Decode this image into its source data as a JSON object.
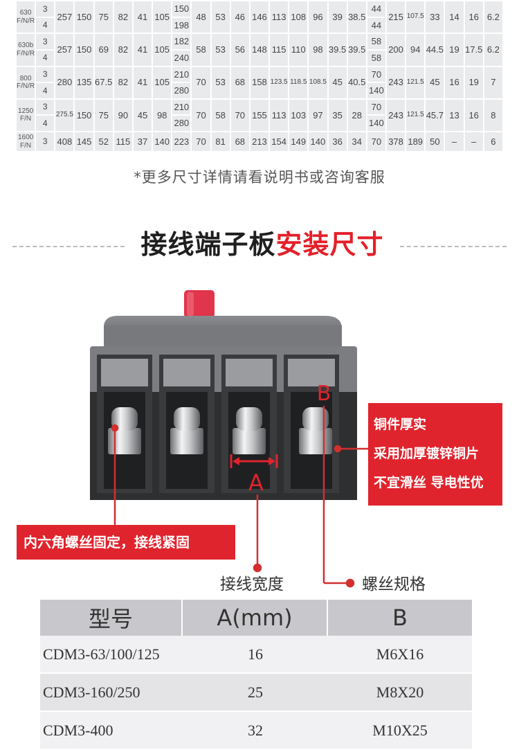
{
  "dim_table": {
    "rows": [
      {
        "model": [
          "630",
          "F/N/R"
        ],
        "phases": [
          "3",
          "4"
        ],
        "values": [
          "257",
          "150",
          "75",
          "82",
          "41",
          "105",
          [
            "150",
            "198"
          ],
          "48",
          "53",
          "46",
          "146",
          "113",
          "108",
          "96",
          "39",
          "38.5",
          [
            "44",
            "44"
          ],
          "215",
          "107.5",
          "33",
          "14",
          "16",
          "6.2"
        ]
      },
      {
        "model": [
          "630b",
          "F/N/R"
        ],
        "phases": [
          "3",
          "4"
        ],
        "values": [
          "257",
          "150",
          "69",
          "82",
          "41",
          "105",
          [
            "182",
            "240"
          ],
          "58",
          "53",
          "56",
          "148",
          "115",
          "110",
          "98",
          "39.5",
          "39.5",
          [
            "58",
            "58"
          ],
          "200",
          "94",
          "44.5",
          "19",
          "17.5",
          "6.2"
        ]
      },
      {
        "model": [
          "800",
          "F/N/R"
        ],
        "phases": [
          "3",
          "4"
        ],
        "values": [
          "280",
          "135",
          "67.5",
          "82",
          "41",
          "105",
          [
            "210",
            "280"
          ],
          "70",
          "53",
          "68",
          "158",
          "123.5",
          "118.5",
          "108.5",
          "45",
          "40.5",
          [
            "70",
            "140"
          ],
          "243",
          "121.5",
          "45",
          "16",
          "19",
          "7"
        ]
      },
      {
        "model": [
          "1250",
          "F/N"
        ],
        "phases": [
          "3",
          "4"
        ],
        "values": [
          "275.5",
          "150",
          "75",
          "90",
          "45",
          "98",
          [
            "210",
            "280"
          ],
          "70",
          "58",
          "70",
          "155",
          "113",
          "103",
          "97",
          "35",
          "28",
          [
            "70",
            "140"
          ],
          "243",
          "121.5",
          "45.7",
          "13",
          "16",
          "8"
        ]
      },
      {
        "model": [
          "1600",
          "F/N"
        ],
        "phases": [
          "3"
        ],
        "values": [
          "408",
          "145",
          "52",
          "115",
          "37",
          "140",
          "223",
          "70",
          "81",
          "68",
          "213",
          "154",
          "149",
          "140",
          "36",
          "34",
          "70",
          "378",
          "189",
          "50",
          "–",
          "–",
          "6"
        ]
      }
    ]
  },
  "note": "*更多尺寸详情请看说明书或咨询客服",
  "heading": {
    "black": "接线端子板",
    "red": "安装尺寸"
  },
  "illustration": {
    "marker_a": "A",
    "marker_b": "B",
    "callout_right": [
      "铜件厚实",
      "采用加厚镀锌铜片",
      "不宜滑丝  导电性优"
    ],
    "callout_left": "内六角螺丝固定，接线紧固",
    "label_a": "接线宽度",
    "label_b": "螺丝规格"
  },
  "spec_table": {
    "headers": [
      "型号",
      "A(mm)",
      "B"
    ],
    "rows": [
      [
        "CDM3-63/100/125",
        "16",
        "M6X16"
      ],
      [
        "CDM3-160/250",
        "25",
        "M8X20"
      ],
      [
        "CDM3-400",
        "32",
        "M10X25"
      ]
    ]
  },
  "colors": {
    "accent_red": "#e3202a",
    "table_grey": "#e9eaec"
  }
}
